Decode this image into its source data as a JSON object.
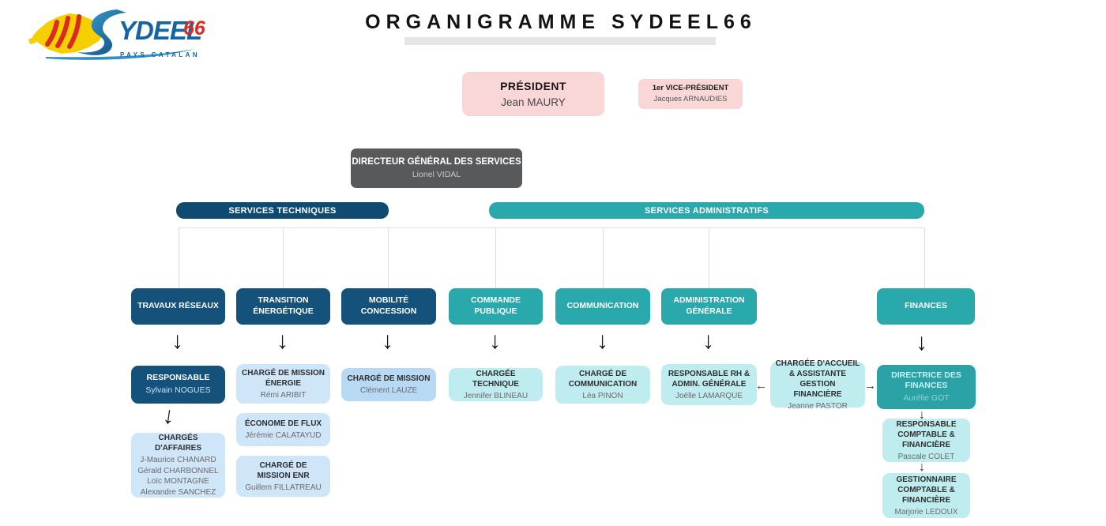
{
  "palette": {
    "pink": "#f9d7d7",
    "dark_gray": "#58595b",
    "dark_blue_bar": "#0f4a71",
    "dark_blue_box": "#14527c",
    "teal": "#29a9ac",
    "light_blue": "#cfe5f8",
    "light_blue_alt": "#b7d9f3",
    "light_cyan": "#bfecee",
    "connector_line": "#dcdce4",
    "logo_blue": "#1565a5",
    "logo_red": "#da2b23",
    "logo_yellow": "#f6cf00"
  },
  "logo": {
    "brand_s": "S",
    "brand_rest": "YDEEL",
    "brand_suffix": "66",
    "tagline": "PAYS CATALAN"
  },
  "page_title": "ORGANIGRAMME SYDEEL66",
  "leadership": {
    "president": {
      "title": "PRÉSIDENT",
      "name": "Jean MAURY"
    },
    "first_vice_president": {
      "title": "1er VICE-PRÉSIDENT",
      "name": "Jacques ARNAUDIES"
    },
    "director_general": {
      "title": "DIRECTEUR GÉNÉRAL DES SERVICES",
      "name": "Lionel VIDAL"
    }
  },
  "branches": {
    "technical": {
      "label": "SERVICES TECHNIQUES"
    },
    "administrative": {
      "label": "SERVICES ADMINISTRATIFS"
    }
  },
  "departments": {
    "travaux": {
      "label": "TRAVAUX RÉSEAUX"
    },
    "transition": {
      "label": "TRANSITION ÉNERGÉTIQUE"
    },
    "mobilite": {
      "label": "MOBILITÉ CONCESSION"
    },
    "commande": {
      "label": "COMMANDE PUBLIQUE"
    },
    "communication": {
      "label": "COMMUNICATION"
    },
    "administration": {
      "label": "ADMINISTRATION GÉNÉRALE"
    },
    "finances": {
      "label": "FINANCES"
    }
  },
  "staff": {
    "responsable_travaux": {
      "title": "RESPONSABLE",
      "name": "Sylvain NOGUES"
    },
    "charges_affaires": {
      "title": "CHARGÉS D'AFFAIRES",
      "members": [
        "J-Maurice CHANARD",
        "Gérald CHARBONNEL",
        "Loïc MONTAGNE",
        "Alexandre SANCHEZ"
      ]
    },
    "charge_mission_energie": {
      "title": "CHARGÉ DE MISSION ÉNERGIE",
      "name": "Rémi ARIBIT"
    },
    "econome_flux": {
      "title": "ÉCONOME DE FLUX",
      "name": "Jérémie CALATAYUD"
    },
    "charge_mission_enr": {
      "title": "CHARGÉ DE MISSION ENR",
      "name": "Guillem FILLATREAU"
    },
    "charge_mission_mobilite": {
      "title": "CHARGÉ DE MISSION",
      "name": "Clément LAUZE"
    },
    "chargee_technique": {
      "title": "CHARGÉE TECHNIQUE",
      "name": "Jennifer BLINEAU"
    },
    "charge_communication": {
      "title": "CHARGÉ DE COMMUNICATION",
      "name": "Léa PINON"
    },
    "responsable_rh": {
      "title": "RESPONSABLE RH & ADMIN. GÉNÉRALE",
      "name": "Joëlle LAMARQUE"
    },
    "chargee_accueil": {
      "title": "CHARGÉE D'ACCUEIL & ASSISTANTE GESTION FINANCIÈRE",
      "name": "Jeanne PASTOR"
    },
    "directrice_finances": {
      "title": "DIRECTRICE DES FINANCES",
      "name": "Aurélie GOT"
    },
    "responsable_comptable": {
      "title": "RESPONSABLE COMPTABLE & FINANCIÈRE",
      "name": "Pascale COLET"
    },
    "gestionnaire_comptable": {
      "title": "GESTIONNAIRE COMPTABLE & FINANCIÈRE",
      "name": "Marjorie LEDOUX"
    }
  },
  "icons": {
    "arrow_down": "↓",
    "arrow_left": "←",
    "arrow_right": "→"
  }
}
